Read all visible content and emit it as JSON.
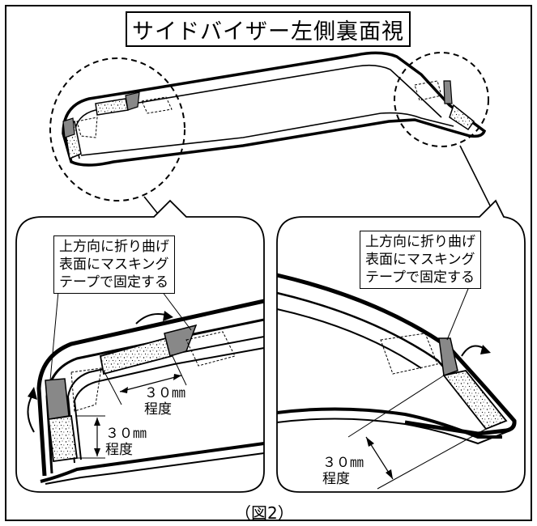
{
  "title": "サイドバイザー左側裏面視",
  "left_detail": {
    "instruction": [
      "上方向に折り曲げ",
      "表面にマスキング",
      "テープで固定する"
    ],
    "dim_horizontal": [
      "３０㎜",
      "程度"
    ],
    "dim_vertical": [
      "３０㎜",
      "程度"
    ]
  },
  "right_detail": {
    "instruction": [
      "上方向に折り曲げ",
      "表面にマスキング",
      "テープで固定する"
    ],
    "dim_diagonal": [
      "３０㎜",
      "程度"
    ]
  },
  "figure_label": "（図2）"
}
